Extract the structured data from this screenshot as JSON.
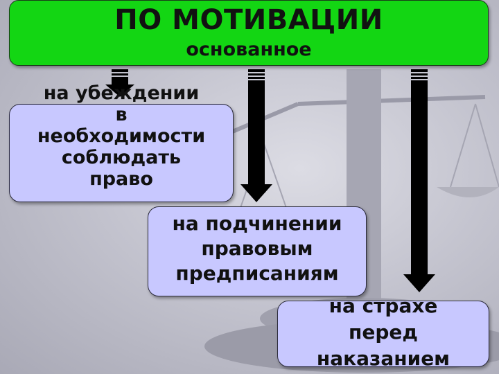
{
  "header": {
    "title": "ПО МОТИВАЦИИ",
    "subtitle": "основанное"
  },
  "boxes": [
    {
      "text": "на убеждении\nв\nнеобходимости\nсоблюдать\nправо"
    },
    {
      "text": "на подчинении\nправовым\nпредписаниям"
    },
    {
      "text": "на страхе\nперед\nнаказанием"
    }
  ],
  "colors": {
    "header_fill": "#13d613",
    "box_fill": "#c8c8ff",
    "arrow": "#000000",
    "background": "#c4c4cf"
  }
}
